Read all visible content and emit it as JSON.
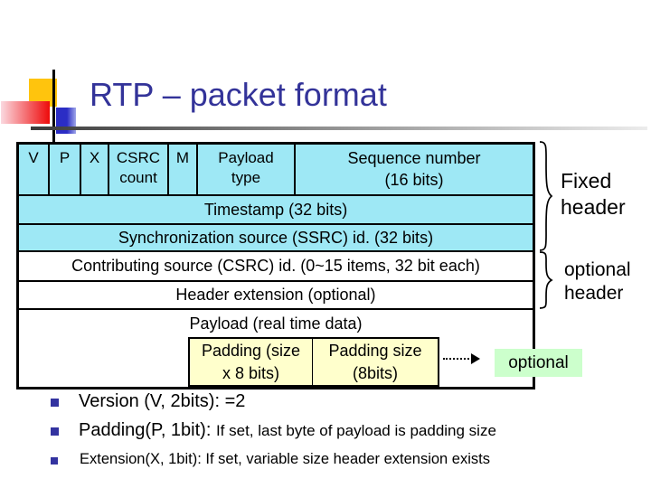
{
  "slide": {
    "title": "RTP – packet format"
  },
  "packet_table": {
    "header_cells": [
      {
        "label": "V"
      },
      {
        "label": "P"
      },
      {
        "label": "X"
      },
      {
        "label": "CSRC count"
      },
      {
        "label": "M"
      },
      {
        "label": "Payload type"
      },
      {
        "label": "Sequence number (16 bits)"
      }
    ],
    "rows": [
      {
        "label": "Timestamp (32 bits)"
      },
      {
        "label": "Synchronization source (SSRC) id. (32 bits)"
      },
      {
        "label": "Contributing source (CSRC) id. (0~15 items, 32 bit each)"
      },
      {
        "label": "Header extension (optional)"
      },
      {
        "label": "Payload (real time data)"
      }
    ],
    "padding_boxes": [
      {
        "label": "Padding (size x 8 bits)"
      },
      {
        "label": "Padding size (8bits)"
      }
    ]
  },
  "annotations": {
    "fixed_header": "Fixed header",
    "optional_header": "optional header",
    "optional": "optional"
  },
  "bullets": [
    {
      "lead": "Version (V, 2bits): =2",
      "rest": ""
    },
    {
      "lead": "Padding(P, 1bit): ",
      "rest": "If set, last byte of payload is padding size"
    },
    {
      "lead": "Extension(X, 1bit): ",
      "rest": "If set, variable size header extension exists"
    }
  ],
  "colors": {
    "title": "#333399",
    "table_header_fill": "#9ee8f5",
    "padding_fill": "#ffffcc",
    "optional_fill": "#ccffcc",
    "bullet_marker": "#3333a0"
  }
}
